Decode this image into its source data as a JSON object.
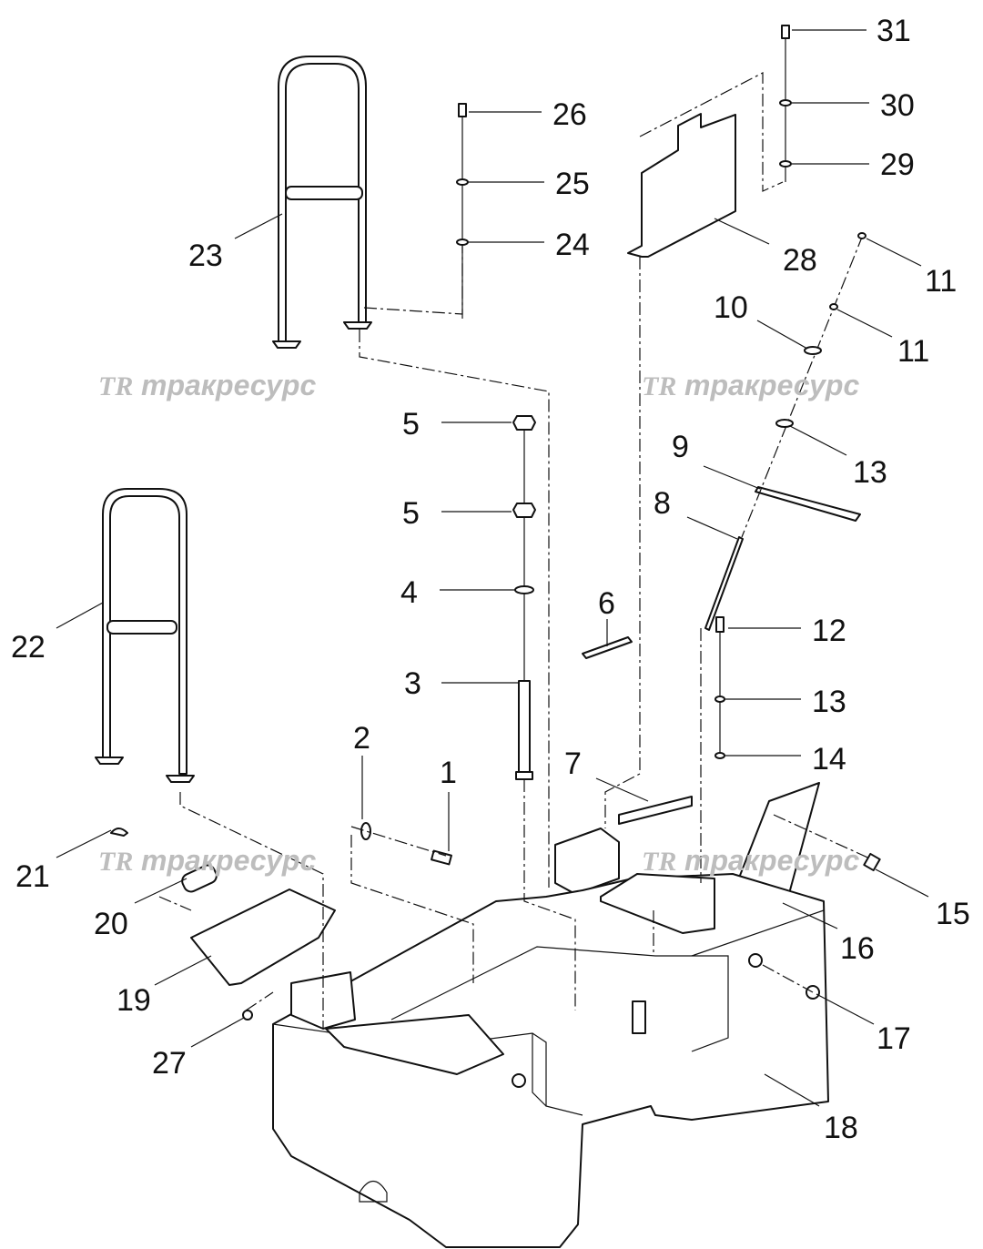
{
  "diagram": {
    "watermark": {
      "logo": "TR",
      "text": "тракресурс"
    },
    "labels": [
      "31",
      "30",
      "29",
      "26",
      "25",
      "24",
      "23",
      "28",
      "11",
      "10",
      "11",
      "5",
      "9",
      "13",
      "8",
      "5",
      "4",
      "6",
      "22",
      "12",
      "3",
      "13",
      "2",
      "1",
      "14",
      "7",
      "21",
      "15",
      "20",
      "16",
      "19",
      "17",
      "27",
      "18"
    ]
  }
}
